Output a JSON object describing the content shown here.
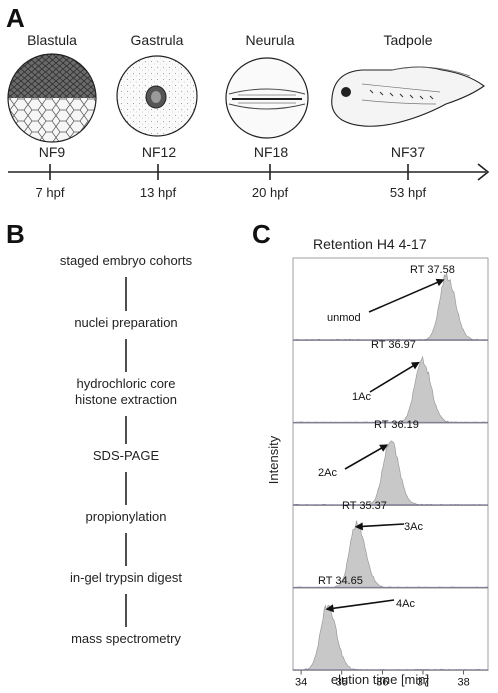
{
  "panels": {
    "a": "A",
    "b": "B",
    "c": "C"
  },
  "timeline": {
    "stages": [
      {
        "name": "Blastula",
        "nf": "NF9",
        "hpf": "7 hpf"
      },
      {
        "name": "Gastrula",
        "nf": "NF12",
        "hpf": "13 hpf"
      },
      {
        "name": "Neurula",
        "nf": "NF18",
        "hpf": "20 hpf"
      },
      {
        "name": "Tadpole",
        "nf": "NF37",
        "hpf": "53 hpf"
      }
    ]
  },
  "workflow": {
    "steps": [
      [
        "staged embryo cohorts"
      ],
      [
        "nuclei preparation"
      ],
      [
        "hydrochloric core",
        "histone extraction"
      ],
      [
        "SDS-PAGE"
      ],
      [
        "propionylation"
      ],
      [
        "in-gel trypsin digest"
      ],
      [
        "mass spectrometry"
      ]
    ]
  },
  "chart_data": {
    "type": "area",
    "title": "Retention H4 4-17",
    "xlabel": "elution time [min]",
    "ylabel": "Intensity",
    "xlim": [
      33.8,
      38.6
    ],
    "xticks": [
      34,
      35,
      36,
      37,
      38
    ],
    "series": [
      {
        "name": "unmod",
        "rt": 37.58,
        "rt_label": "RT 37.58"
      },
      {
        "name": "1Ac",
        "rt": 36.97,
        "rt_label": "RT 36.97"
      },
      {
        "name": "2Ac",
        "rt": 36.19,
        "rt_label": "RT 36.19"
      },
      {
        "name": "3Ac",
        "rt": 35.37,
        "rt_label": "RT 35.37"
      },
      {
        "name": "4Ac",
        "rt": 34.65,
        "rt_label": "RT 34.65"
      }
    ],
    "colors": {
      "fill": "#c8c8c8",
      "edge": "#9a9a9a",
      "baseline": "#6f6f9a"
    }
  }
}
